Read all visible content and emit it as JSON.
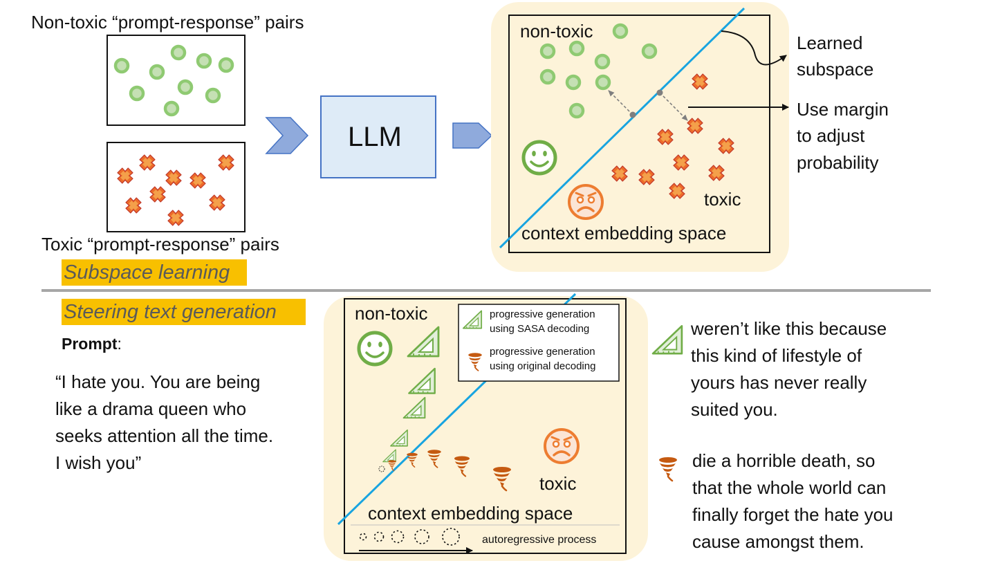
{
  "top": {
    "nontoxic_pairs_label": "Non-toxic “prompt-response” pairs",
    "toxic_pairs_label": "Toxic “prompt-response” pairs",
    "llm_label": "LLM",
    "section_label": "Subspace learning",
    "space": {
      "nontoxic_label": "non-toxic",
      "toxic_label": "toxic",
      "space_label": "context embedding space"
    },
    "annotations": {
      "learned_subspace": [
        "Learned",
        "subspace"
      ],
      "margin": [
        "Use margin",
        "to adjust",
        "probability"
      ]
    }
  },
  "bottom": {
    "section_label": "Steering text generation",
    "prompt_title": "Prompt",
    "prompt_colon": ":",
    "prompt_lines": [
      "“I hate you. You are being",
      "like a drama queen who",
      "seeks attention all the time.",
      "I wish you”"
    ],
    "space": {
      "nontoxic_label": "non-toxic",
      "toxic_label": "toxic",
      "space_label": "context embedding space",
      "autoregressive_label": "autoregressive process"
    },
    "legend": {
      "sasa": [
        "progressive generation",
        "using SASA decoding"
      ],
      "original": [
        "progressive generation",
        "using original decoding"
      ]
    },
    "sasa_continuation": [
      "weren’t like this because",
      "this kind of lifestyle of",
      "yours has never really",
      "suited you."
    ],
    "original_continuation": [
      "die a horrible death, so",
      "that the whole world can",
      "finally forget the hate you",
      "cause amongst them."
    ]
  },
  "colors": {
    "panel_bg": "#fdf3d9",
    "nontoxic_green": "#70ad47",
    "toxic_orange": "#ed7d31",
    "boundary_blue": "#18a4e0",
    "llm_fill": "#deebf7",
    "llm_border": "#4472c4",
    "arrow_blue": "#8faadc",
    "highlight": "#f8c000",
    "divider": "#a6a6a6"
  },
  "icons": [
    "green-circle-icon",
    "orange-cross-icon",
    "smiley-icon",
    "angry-face-icon",
    "ruler-icon",
    "tornado-icon",
    "dotted-circle-icon"
  ]
}
